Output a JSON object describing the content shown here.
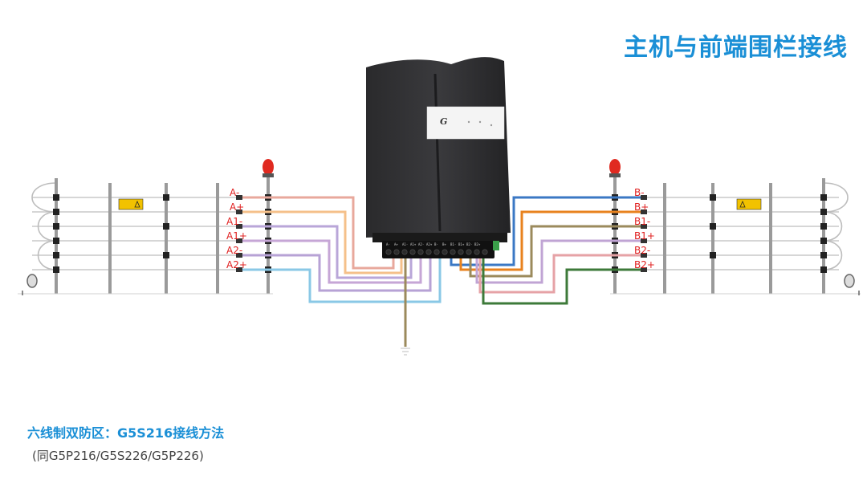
{
  "title": "主机与前端围栏接线",
  "caption": "六线制双防区：G5S216接线方法",
  "note": "(同G5P216/G5S226/G5P226)",
  "device": {
    "logo": "G",
    "terminal_labels": [
      "A-",
      "A+",
      "A1-",
      "A1+",
      "A2-",
      "A2+",
      "B-",
      "B+",
      "B1-",
      "B1+",
      "B2-",
      "B2+"
    ]
  },
  "zone_a": {
    "labels": [
      "A-",
      "A+",
      "A1-",
      "A1+",
      "A2-",
      "A2+"
    ]
  },
  "zone_b": {
    "labels": [
      "B-",
      "B+",
      "B1-",
      "B1+",
      "B2-",
      "B2+"
    ]
  },
  "wire_colors": {
    "A-": "#e8a89c",
    "A+": "#f5c08a",
    "A1-": "#b9a6d8",
    "A1+": "#c6a6d6",
    "A2-": "#b7a2d5",
    "A2+": "#8ac8e6",
    "B-": "#3b78c4",
    "B+": "#e8821e",
    "B1-": "#9b8a5c",
    "B1+": "#c0a4d4",
    "B2-": "#e6a2a6",
    "B2+": "#3d7a3a",
    "ground": "#9b8a5c"
  }
}
